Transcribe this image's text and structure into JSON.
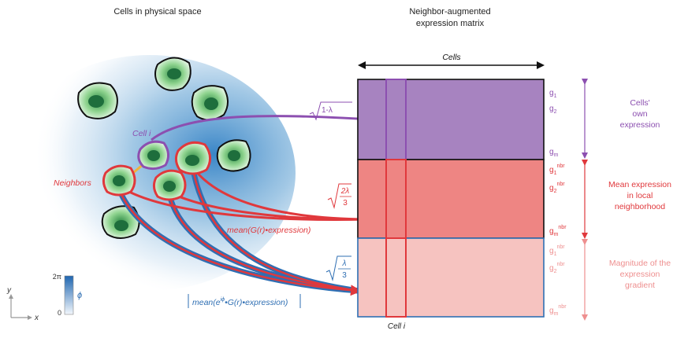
{
  "left_title": "Cells in physical space",
  "right_title_line1": "Neighbor-augmented",
  "right_title_line2": "expression matrix",
  "cells_axis_label": "Cells",
  "cell_i_label": "Cell i",
  "neighbors_label": "Neighbors",
  "colorbar": {
    "max": "2π",
    "min": "0",
    "symbol": "ϕ"
  },
  "axes": {
    "y": "y",
    "x": "x"
  },
  "coefficients": {
    "own": "1-λ",
    "mean_num": "2λ",
    "mean_den": "3",
    "grad_num": "λ",
    "grad_den": "3"
  },
  "formulas": {
    "mean": "mean(G(r)•expression)",
    "grad_prefix": "mean(e",
    "grad_exp": "iϕ",
    "grad_suffix": "•G(r)•expression)"
  },
  "row_labels": {
    "own": [
      {
        "base": "g",
        "sub": "1",
        "sup": ""
      },
      {
        "base": "g",
        "sub": "2",
        "sup": ""
      },
      {
        "base": "g",
        "sub": "m",
        "sup": ""
      }
    ],
    "mean": [
      {
        "base": "g",
        "sub": "1",
        "sup": "nbr"
      },
      {
        "base": "g",
        "sub": "2",
        "sup": "nbr"
      },
      {
        "base": "g",
        "sub": "m",
        "sup": "nbr"
      }
    ],
    "grad": [
      {
        "base": "g",
        "sub": "1",
        "sup": "nbr"
      },
      {
        "base": "g",
        "sub": "2",
        "sup": "nbr"
      },
      {
        "base": "g",
        "sub": "m",
        "sup": "nbr"
      }
    ]
  },
  "block_labels": {
    "own": [
      "Cells'",
      "own",
      "expression"
    ],
    "mean": [
      "Mean expression",
      "in local",
      "neighborhood"
    ],
    "grad": [
      "Magnitude of the",
      "expression",
      "gradient"
    ]
  },
  "colors": {
    "purple": "#8c4fb0",
    "red": "#e0383c",
    "pink": "#ee8f8f",
    "blue": "#2f6fb3",
    "green": "#2f8a4e"
  }
}
